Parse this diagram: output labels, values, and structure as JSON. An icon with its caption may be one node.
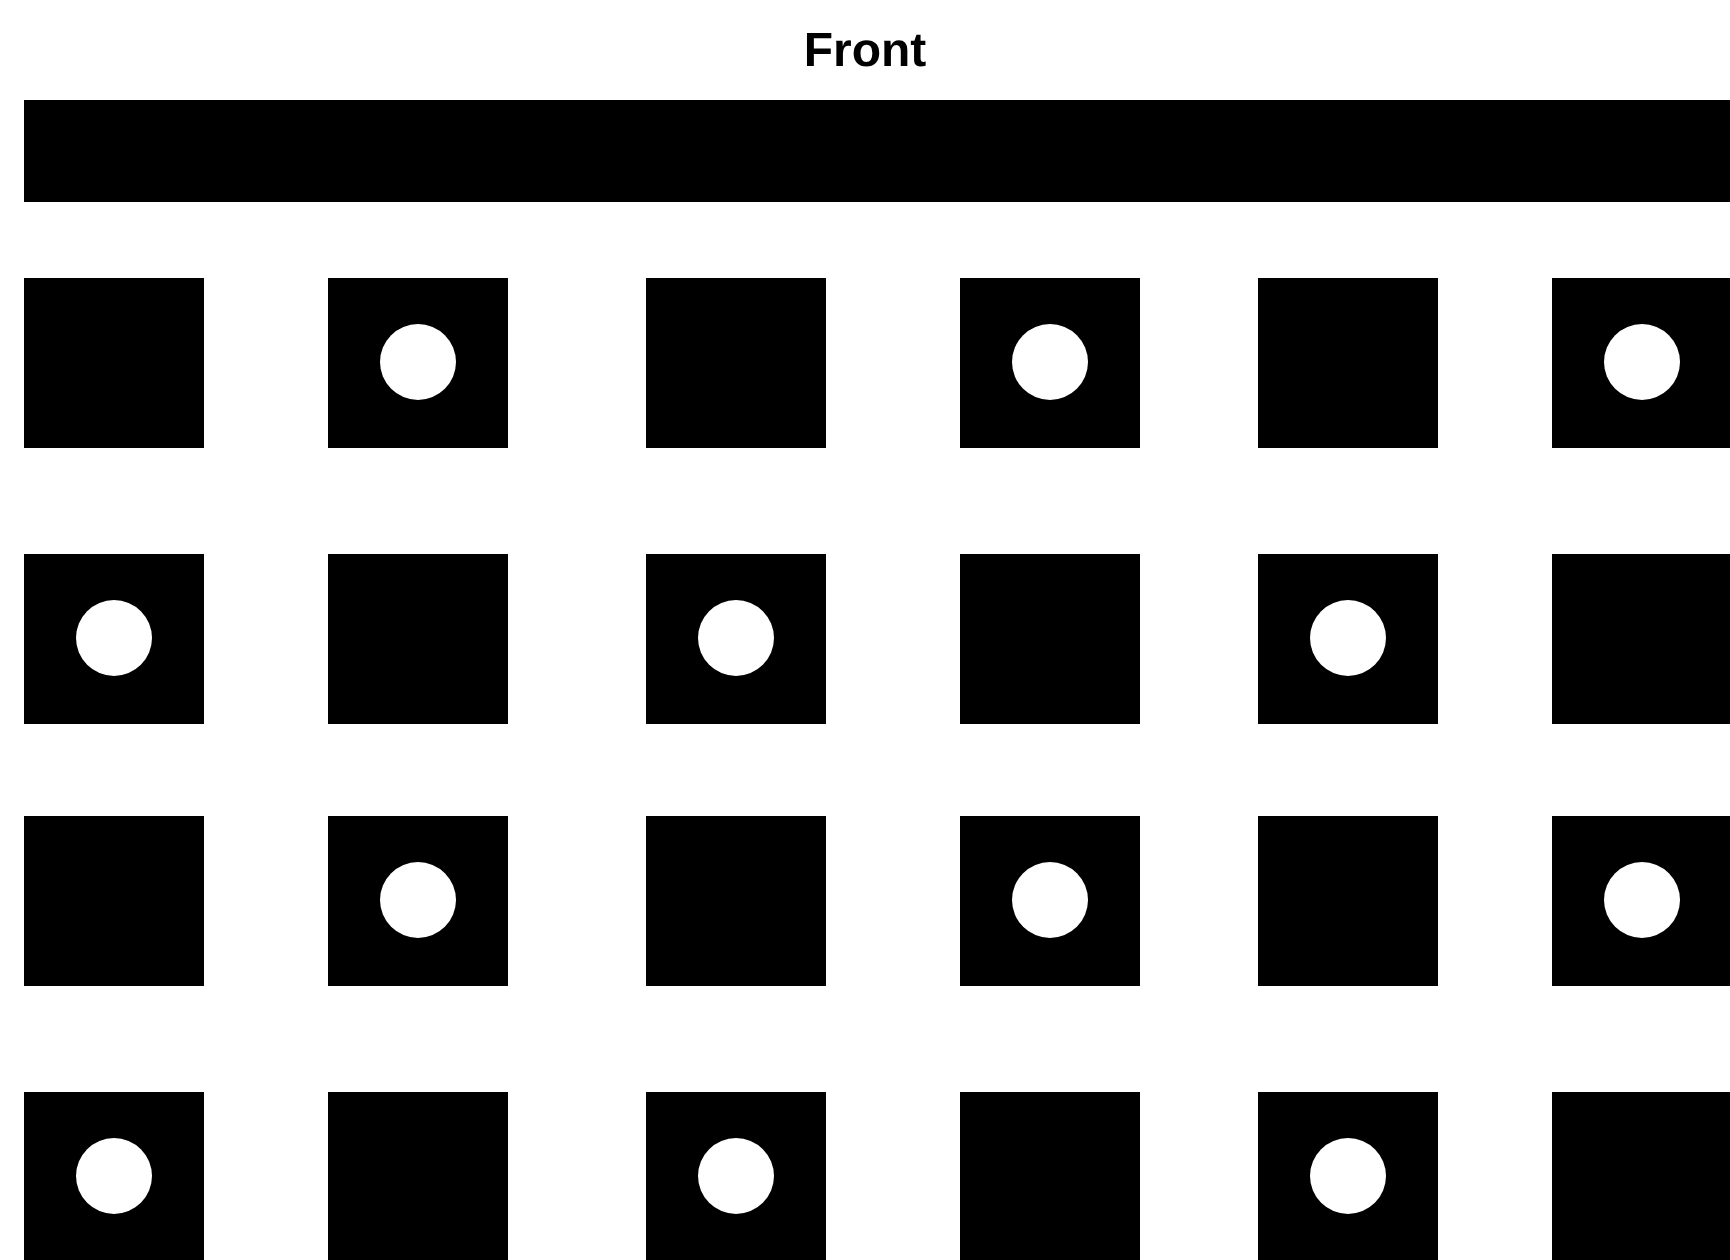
{
  "diagram": {
    "title": "Front",
    "nodes": [
      {
        "text": [],
        "shape": "bar"
      },
      {
        "text": [],
        "shape": "box"
      },
      {
        "text": [],
        "shape": "box"
      },
      {
        "text": [],
        "shape": "circle",
        "in": 2
      },
      {
        "text": [],
        "shape": "box"
      },
      {
        "text": [],
        "shape": "box"
      },
      {
        "text": [],
        "shape": "circle",
        "in": 5
      },
      {
        "text": [],
        "shape": "box"
      },
      {
        "text": [],
        "shape": "box"
      },
      {
        "text": [],
        "shape": "circle",
        "in": 8
      },
      {
        "text": [],
        "shape": "box"
      },
      {
        "text": [],
        "shape": "circle",
        "in": 10
      },
      {
        "text": [],
        "shape": "box"
      },
      {
        "text": [],
        "shape": "box"
      },
      {
        "text": [],
        "shape": "circle",
        "in": 13
      },
      {
        "text": [],
        "shape": "box"
      },
      {
        "text": [],
        "shape": "box"
      },
      {
        "text": [],
        "shape": "circle",
        "in": 16
      },
      {
        "text": [],
        "shape": "box"
      },
      {
        "text": [],
        "shape": "box"
      },
      {
        "text": [],
        "shape": "box"
      },
      {
        "text": [],
        "shape": "circle",
        "in": 20
      },
      {
        "text": [],
        "shape": "box"
      },
      {
        "text": [],
        "shape": "box"
      },
      {
        "text": [],
        "shape": "circle",
        "in": 23
      },
      {
        "text": [],
        "shape": "box"
      },
      {
        "text": [],
        "shape": "box"
      },
      {
        "text": [],
        "shape": "circle",
        "in": 26
      },
      {
        "text": [],
        "shape": "box"
      },
      {
        "text": [],
        "shape": "circle",
        "in": 28
      },
      {
        "text": [],
        "shape": "box"
      },
      {
        "text": [],
        "shape": "box"
      },
      {
        "text": [],
        "shape": "circle",
        "in": 31
      },
      {
        "text": [],
        "shape": "box"
      },
      {
        "text": [],
        "shape": "box"
      },
      {
        "text": [],
        "shape": "circle",
        "in": 34
      },
      {
        "text": [],
        "shape": "box"
      }
    ]
  }
}
